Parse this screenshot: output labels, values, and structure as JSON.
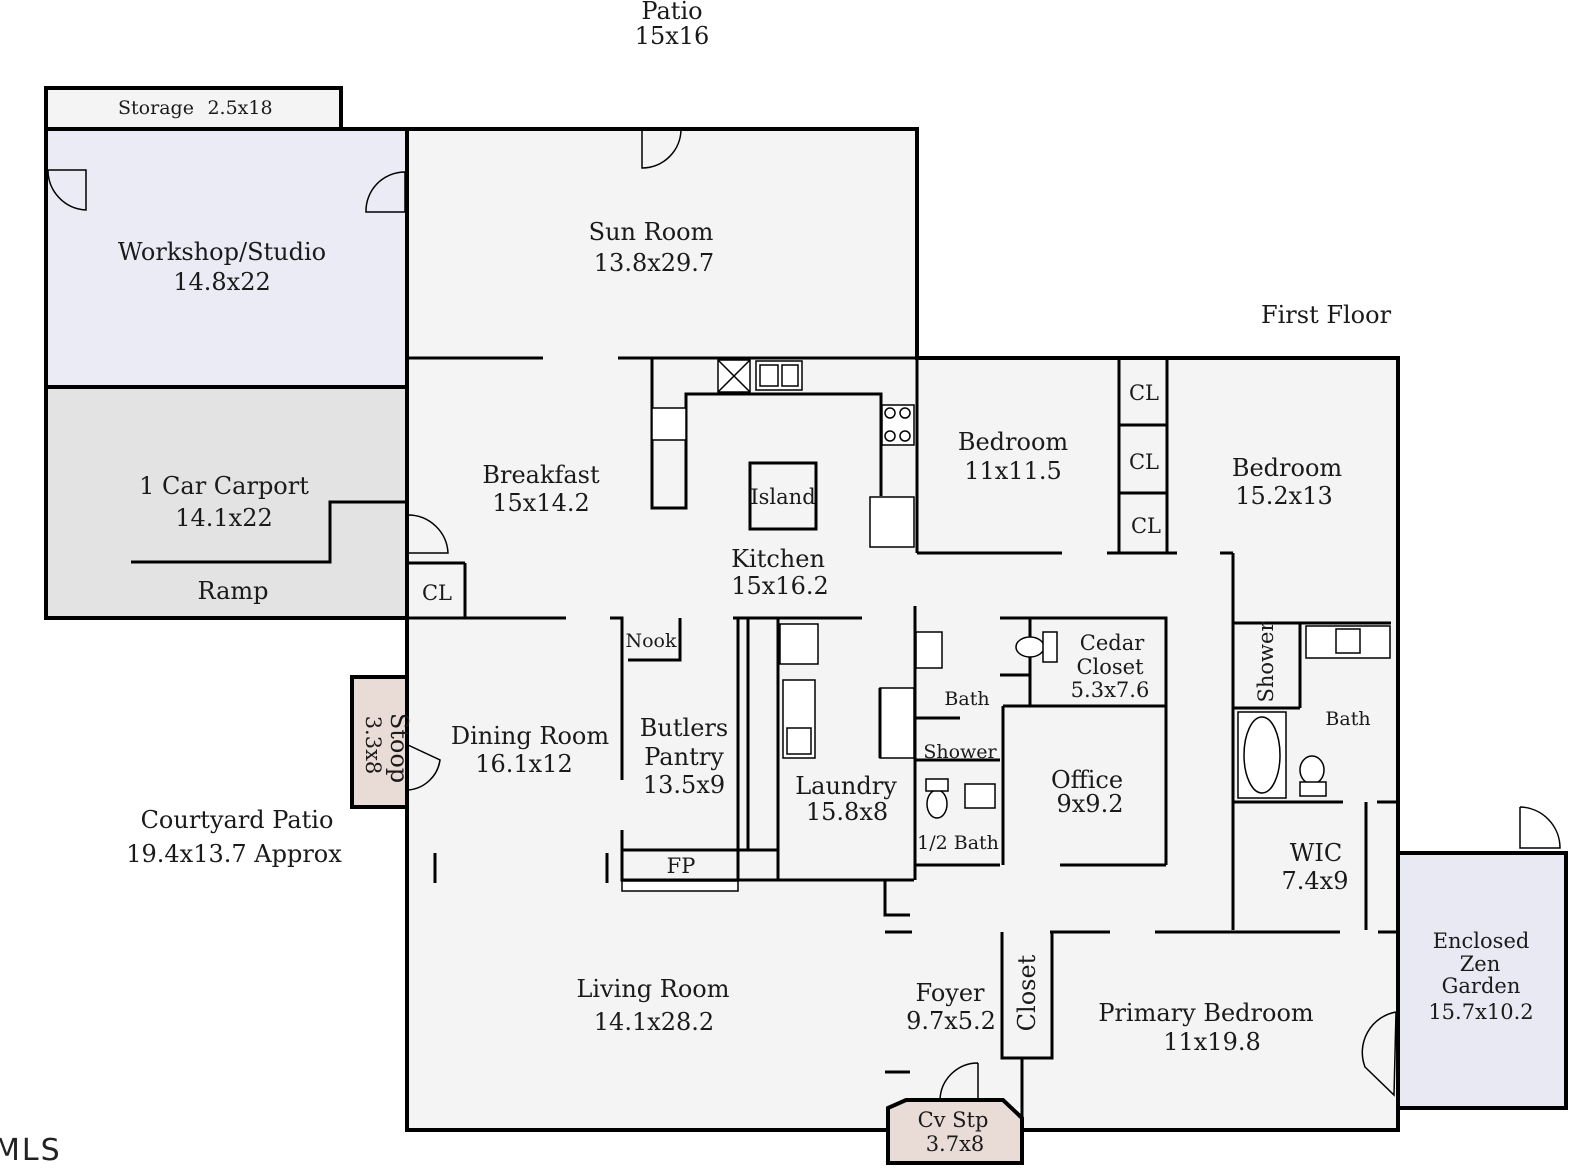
{
  "floor_title": "First Floor",
  "watermark": "MLS",
  "colors": {
    "interior": "#f4f4f4",
    "workshop": "#ebebf5",
    "carport": "#e3e3e3",
    "stoop": "#e9dcd6",
    "zen_garden": "#e9e9f4",
    "walls": "#000000"
  },
  "rooms": {
    "patio": {
      "name": "Patio",
      "size": "15x16"
    },
    "storage": {
      "name": "Storage",
      "size": "2.5x18"
    },
    "workshop": {
      "name": "Workshop/Studio",
      "size": "14.8x22"
    },
    "sun_room": {
      "name": "Sun Room",
      "size": "13.8x29.7"
    },
    "carport": {
      "name": "1 Car Carport",
      "size": "14.1x22"
    },
    "ramp": {
      "name": "Ramp"
    },
    "breakfast": {
      "name": "Breakfast",
      "size": "15x14.2"
    },
    "island": {
      "name": "Island"
    },
    "kitchen": {
      "name": "Kitchen",
      "size": "15x16.2"
    },
    "bedroom_2": {
      "name": "Bedroom",
      "size": "11x11.5"
    },
    "bedroom_3": {
      "name": "Bedroom",
      "size": "15.2x13"
    },
    "cl_1": {
      "name": "CL"
    },
    "cl_2": {
      "name": "CL"
    },
    "cl_3": {
      "name": "CL"
    },
    "cl_breakfast": {
      "name": "CL"
    },
    "nook": {
      "name": "Nook"
    },
    "dining": {
      "name": "Dining Room",
      "size": "16.1x12"
    },
    "butlers": {
      "name1": "Butlers",
      "name2": "Pantry",
      "size": "13.5x9"
    },
    "fp": {
      "name": "FP"
    },
    "stoop": {
      "name": "Stoop",
      "size": "3.3x8"
    },
    "courtyard": {
      "name": "Courtyard Patio",
      "size": "19.4x13.7 Approx"
    },
    "laundry": {
      "name": "Laundry",
      "size": "15.8x8"
    },
    "bath_hall": {
      "name": "Bath"
    },
    "shower_hall": {
      "name": "Shower"
    },
    "half_bath": {
      "name": "1/2 Bath"
    },
    "cedar_closet": {
      "name1": "Cedar",
      "name2": "Closet",
      "size": "5.3x7.6"
    },
    "office": {
      "name": "Office",
      "size": "9x9.2"
    },
    "shower_primary": {
      "name": "Shower"
    },
    "bath_primary": {
      "name": "Bath"
    },
    "wic": {
      "name": "WIC",
      "size": "7.4x9"
    },
    "zen_garden": {
      "name1": "Enclosed",
      "name2": "Zen",
      "name3": "Garden",
      "size": "15.7x10.2"
    },
    "living": {
      "name": "Living Room",
      "size": "14.1x28.2"
    },
    "foyer": {
      "name": "Foyer",
      "size": "9.7x5.2"
    },
    "closet": {
      "name": "Closet"
    },
    "primary_bedroom": {
      "name": "Primary Bedroom",
      "size": "11x19.8"
    },
    "cv_stp": {
      "name": "Cv Stp",
      "size": "3.7x8"
    }
  }
}
